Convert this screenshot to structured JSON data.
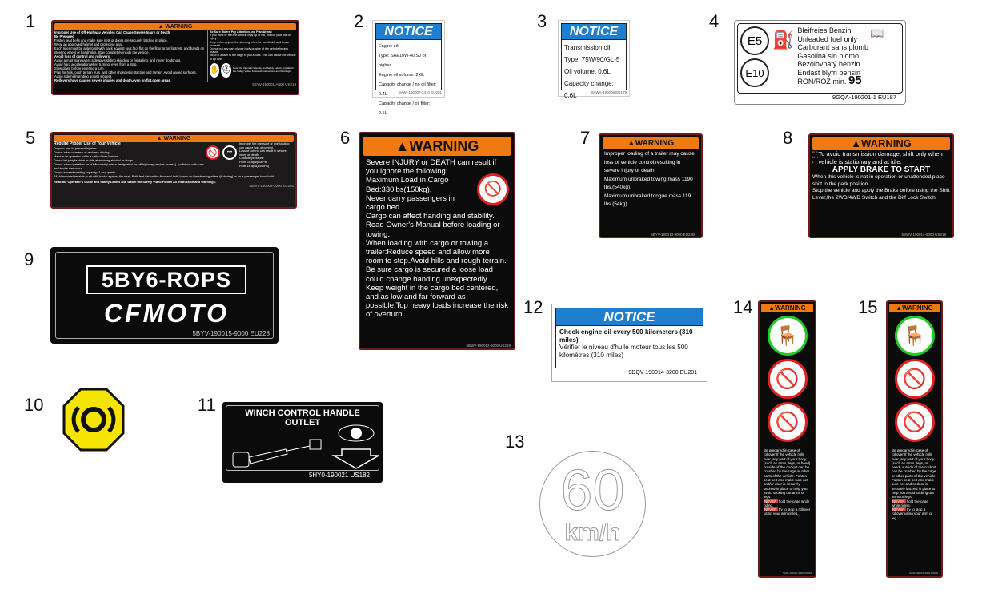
{
  "labels": [
    {
      "num": "1",
      "warning": "WARNING",
      "heading": "Improper Use of Off-Highway Vehicles Can Cause Severe Injury or Death",
      "sub": "Be Prepared",
      "lines": [
        "Fasten seat belts and make sure nets or doors are securely latched in place.",
        "Wear an approved helmet and protective gear.",
        "Each rider must be able to sit with back against seat,foot flat on the floor or on footrest, and hands on steering wheel or handholds. Stay completely inside the vehicle."
      ],
      "sub2": "Avoid loss of control and rollovers:",
      "lines2": [
        "Avoid abrupt maneuvers,sideways sliding,skidding or fishtailing, and never do donuts.",
        "Avoid hard acceleration when turning, even from a stop.",
        "Slow down before entering a turn.",
        "Plan for hills,rough terrain ,ruts ,and other changes in traction and terrain. Avoid paved surfaces.",
        "Avoid side hilling(riding across slopes)."
      ],
      "bottom": "Rollovers have caused severe injuries and death,even on flat,open areas.",
      "right_head": "Be Sure Riders Pay Attention and Plan Ahead",
      "right_intro": "If you think or feel the vehicle may tip or roll, reduce your risk of injury:",
      "right_lines": [
        "Keep a firm grip on the steering wheel or handholds and brace yourself.",
        "Do not put any part of your body outside of the vehicle for any reason.",
        "NEVER attach to the cage to pull a load. This can cause the vehicle to tip over."
      ],
      "read": "Read the Operator's Guide and Safety Labels and Watch the Safety Video. Follow All Instructions and Warnings.",
      "code": "5BYV-190001-A000  US219"
    },
    {
      "num": "2",
      "notice": "NOTICE",
      "lines": [
        "Engine oil:",
        "Type: SAE10W-40 SJ or higher",
        "Engine oil volume:   2.6L",
        "Capacity change / no oil filter: 2.4L",
        "Capacity change / oil filter:  2.5L"
      ],
      "code": "9AWI-190007-2410   EU201"
    },
    {
      "num": "3",
      "notice": "NOTICE",
      "lines": [
        "Transmission oil:",
        "Type: 75W/90/GL-5",
        "Oil volume:  0.6L",
        "Capacity change: 0.6L"
      ],
      "code": "9AWA-190008   EU179"
    },
    {
      "num": "4",
      "e5": "E5",
      "e10": "E10",
      "lines": [
        "Bleifreies Benzin",
        "Unleaded fuel only",
        "Carburant sans plomb",
        "Gasolina sin plomo",
        "Bezolovnatý benzin",
        "Endast blyfri bensin"
      ],
      "ron": "RON/ROZ min.",
      "ron_val": "95",
      "code": "9GQA-190201-1   EU187"
    },
    {
      "num": "5",
      "warning": "WARNING",
      "heading": "Require Proper Use of Your Vehicle",
      "intro": "Do your part to prevent injuries:",
      "lines": [
        "Do not allow careless or reckless driving.",
        "Make sure operator holds a valid driver license.",
        "Do not let people drive or ride after using alcohol or drugs.",
        "Do not allow operation on public roads(unless designated for off-highway vehicle access)--collisions with cars and trucks can occur.",
        "Do not exceed seating capacity: 1 occupants.",
        "All riders must be able to sit with backs against the seat. Both feet flat on the floor and both hands on the steering wheel (if driving) or on a passenger hand hold."
      ],
      "right": [
        "Improper tire pressure or overloading can cause loss of control.",
        "Loss of control can result in severe injury or death.",
        "Cold tire pressure:",
        "Front 11.6psi(80kPa)",
        "Rear 14.5psi(100kPa)"
      ],
      "read": "Read the Operator's Guide and Safety Labels and watch the Safety Video.Follow All Instruction and Warnings.",
      "code": "5BWV-190002-3000 EU202"
    },
    {
      "num": "6",
      "warning": "WARNING",
      "intro": "Severe  INJURY or DEATH can result if you ignore the following:",
      "lines": [
        "Maximum Load in Cargo Bed:330lbs(150kg).",
        "Never carry passengers in cargo bed.",
        "Cargo can affect handing and stability. Read Owner's Manual before loading or towing.",
        "When loading with cargo or towing a trailer:Reduce speed and allow more room to stop.Avoid hills and rough terrain.",
        "Be sure cargo is secured a loose load could change handing unexpectedly.",
        "Keep weight in the cargo bed centered, and as low and far forward as possible.Top heavy loads increase the risk of overturn."
      ],
      "code": "5BWV-190012-5000 US219"
    },
    {
      "num": "7",
      "warning": "WARNING",
      "intro": "Improper loading of a trailer may cause loss of vehicle control,resulting in severe injury or death.",
      "lines": [
        "Maximum unbraked towing mass 1190 lbs.(540kg).",
        "Maximum unbraked tongue mass 119 lbs.(54kg)."
      ],
      "code": "5BYV-190013-9000  EU22B"
    },
    {
      "num": "8",
      "warning": "WARNING",
      "gears": "P R N H L",
      "line1": "To avoid transmission damage, shift only when vehicle is stationary and at idle.",
      "brake": "APPLY BRAKE TO START",
      "lines": [
        "When this vehicle is not in operation or unattended,place shift in the park position.",
        "Stop the vehicle and apply the Brake before using the Shift Lever,the 2WD/4WD Switch and the Diff Lock Switch."
      ],
      "code": "5BWV-190014-5000 US219"
    },
    {
      "num": "9",
      "model": "5BY6-ROPS",
      "brand": "CFMOTO",
      "code": "5BYV-190015-9000   EU228"
    },
    {
      "num": "10"
    },
    {
      "num": "11",
      "title": "WINCH CONTROL HANDLE OUTLET",
      "code": "5HY0-190021   US182"
    },
    {
      "num": "12",
      "notice": "NOTICE",
      "en": "Check engine oil every 500 kilometers (310 miles)",
      "fr": "Vérifier le niveau d'huile moteur tous les 500 kilomètres (310 miles)",
      "code": "9DQV-190014-3200     EU201"
    },
    {
      "num": "13",
      "speed": "60",
      "unit": "km/h"
    },
    {
      "num": "14",
      "warning": "WARNING",
      "text": "Be prepared in case of rollover If the vehicle rolls over, any part of your body (such as arms, legs, or head) outside of the cockpit can be crushed by the cage or other parts of the vehicle. Fasten seat belt and make sure net and/or door is securely latched in place to help you avoid sticking out arms or legs.",
      "never": "NEVER",
      "n1": "hold the cage while riding.",
      "n2": "try to stop a rollover using your arm or leg.",
      "code": "5A30-190020-4000  US209"
    },
    {
      "num": "15",
      "warning": "WARNING",
      "text": "Be prepared in case of rollover If the vehicle rolls over, any part of your body (such as arms, legs, or head) outside of the cockpit can be crushed by the cage or other parts of the vehicle. Fasten seat belt and make sure net and/or door is securely latched in place to help you avoid sticking out arms or legs.",
      "never": "NEVER",
      "n1": "hold the cage while riding.",
      "n2": "try to stop a rollover using your arm or leg.",
      "code": "5A30-190021-4000  US209"
    }
  ],
  "colors": {
    "warning_orange": "#f07a12",
    "notice_blue": "#1e7fd0",
    "octagon_yellow": "#f5e400"
  }
}
